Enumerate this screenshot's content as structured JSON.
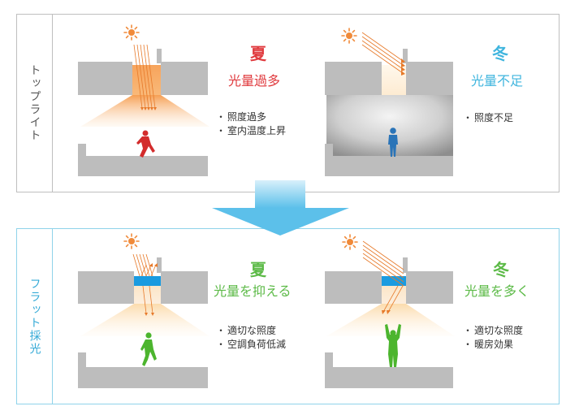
{
  "top_panel": {
    "side_label": "トップライト",
    "summer": {
      "season": "夏",
      "subtitle": "光量過多",
      "notes": [
        "照度過多",
        "室内温度上昇"
      ]
    },
    "winter": {
      "season": "冬",
      "subtitle": "光量不足",
      "notes": [
        "照度不足"
      ]
    }
  },
  "bottom_panel": {
    "side_label": "フラット採光",
    "summer": {
      "season": "夏",
      "subtitle": "光量を抑える",
      "notes": [
        "適切な照度",
        "空調負荷低減"
      ]
    },
    "winter": {
      "season": "冬",
      "subtitle": "光量を多く",
      "notes": [
        "適切な照度",
        "暖房効果"
      ]
    }
  },
  "bullet_marker": "・",
  "colors": {
    "summer_top": "#e03a3e",
    "winter_top": "#3fb5de",
    "bottom_accent": "#5cba47",
    "arrow": "#6cc8ee",
    "sun": "#f08a3a"
  }
}
